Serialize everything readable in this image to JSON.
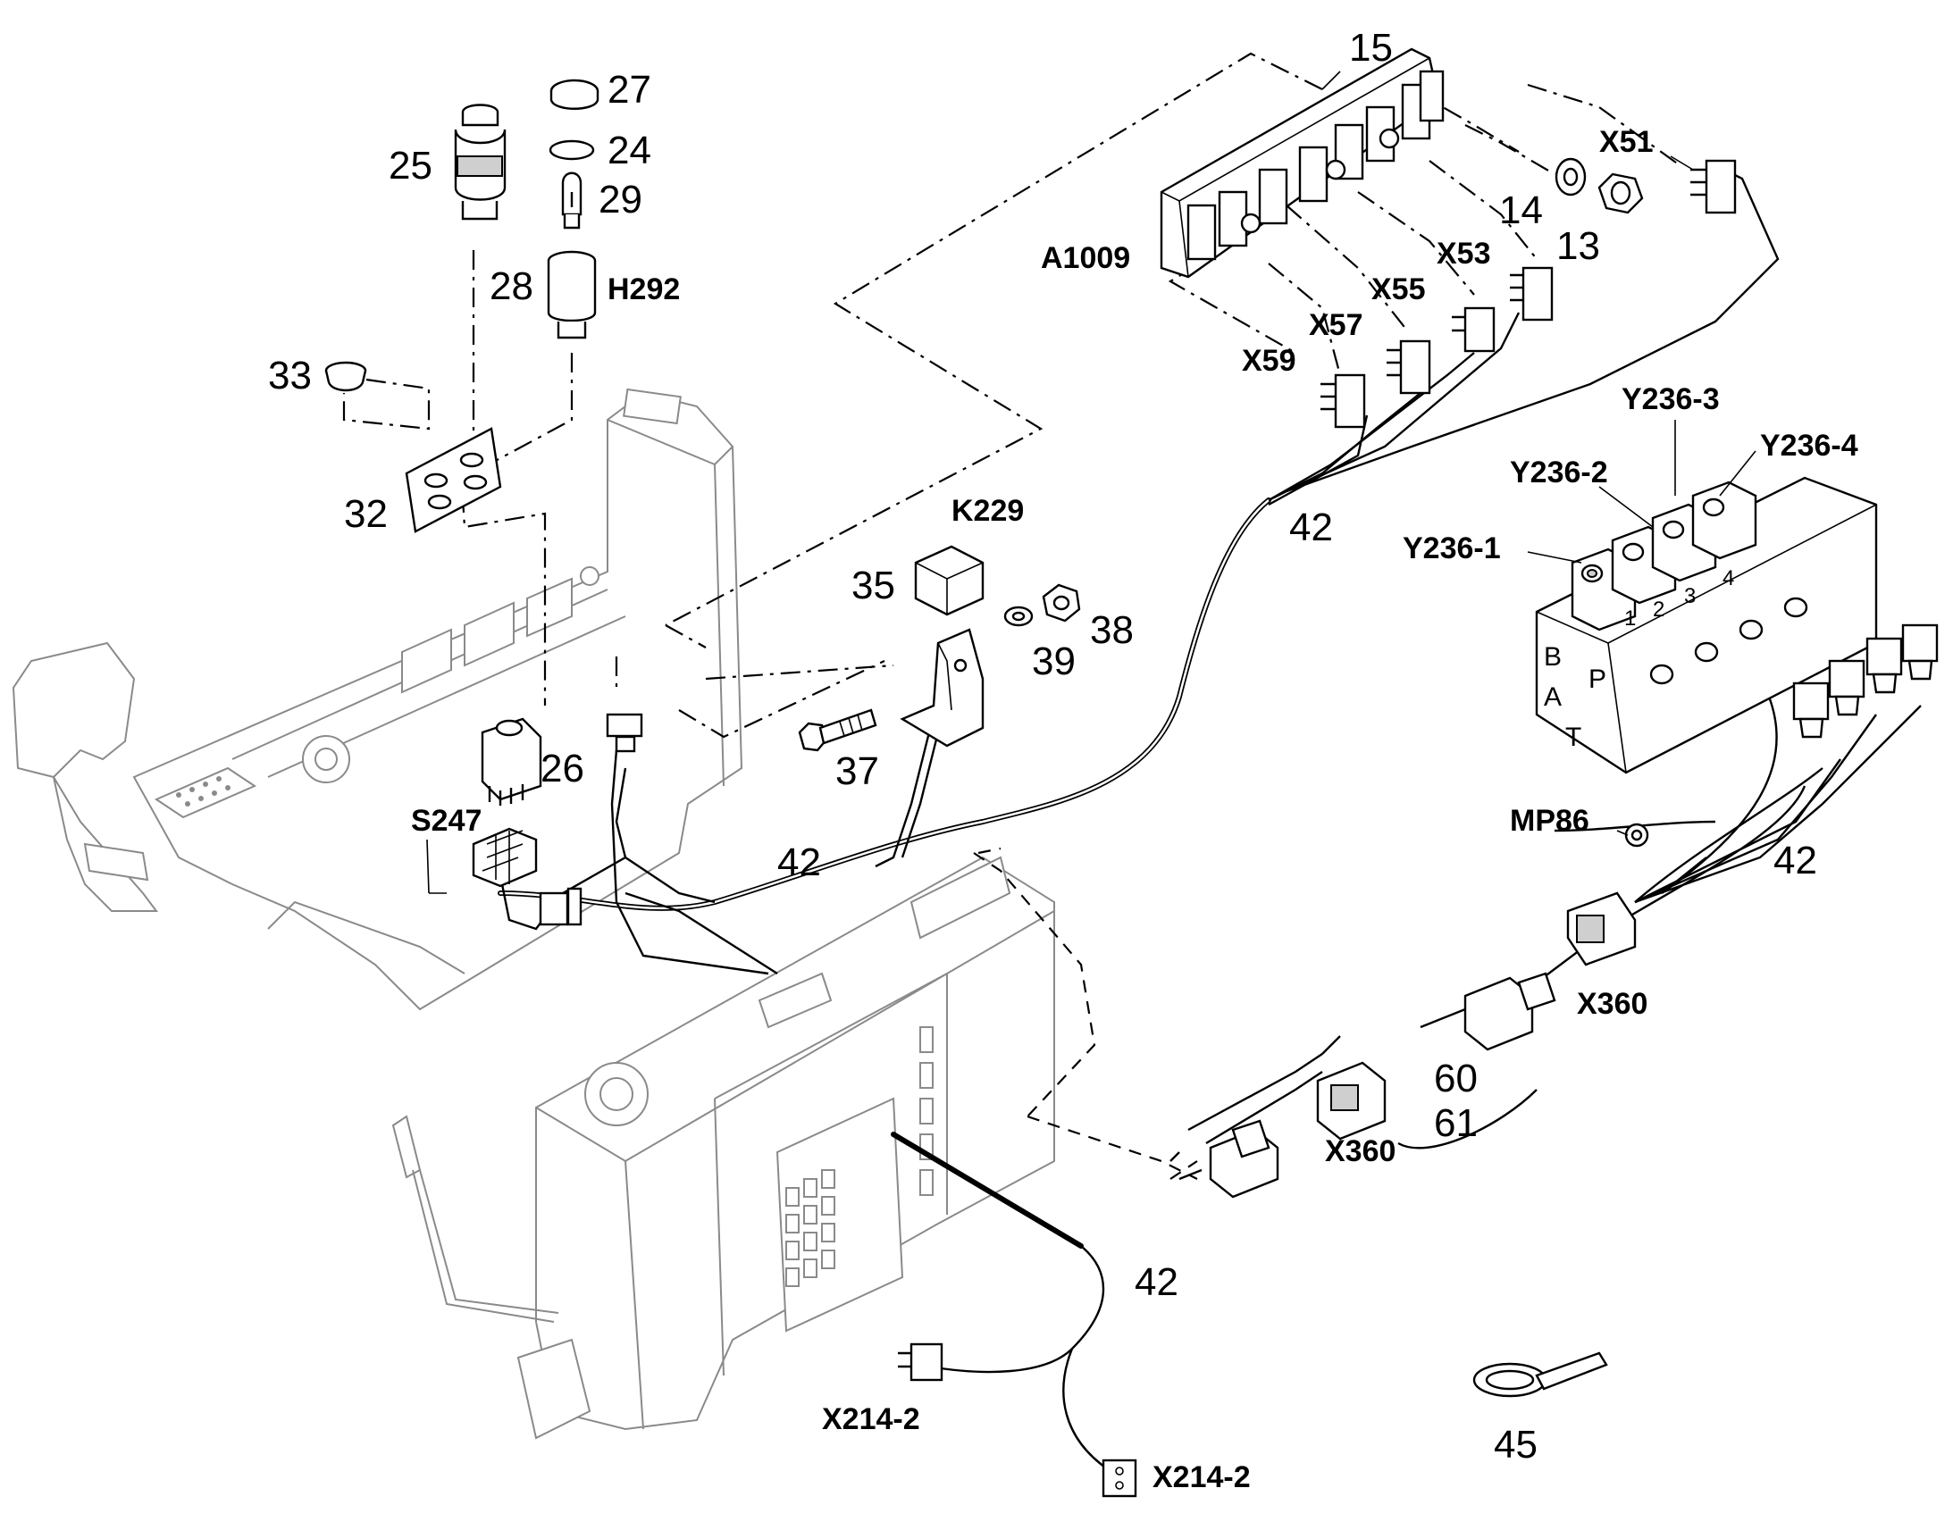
{
  "labels": {
    "p15": "15",
    "p27": "27",
    "p24": "24",
    "p25": "25",
    "p29": "29",
    "p28": "28",
    "h292": "H292",
    "p33": "33",
    "p32": "32",
    "a1009": "A1009",
    "x51": "X51",
    "p14": "14",
    "p13": "13",
    "x53": "X53",
    "x55": "X55",
    "x57": "X57",
    "x59": "X59",
    "y236_3": "Y236-3",
    "y236_2": "Y236-2",
    "y236_4": "Y236-4",
    "y236_1": "Y236-1",
    "k229": "K229",
    "p35": "35",
    "p38": "38",
    "p39": "39",
    "p26": "26",
    "p37": "37",
    "s247": "S247",
    "p42_top": "42",
    "p42_mid": "42",
    "p42_right": "42",
    "p42_bottom": "42",
    "mp86": "MP86",
    "x360_right": "X360",
    "x360_left": "X360",
    "p60": "60",
    "p61": "61",
    "x214_2a": "X214-2",
    "x214_2b": "X214-2",
    "p45": "45",
    "valve_b": "B",
    "valve_p": "P",
    "valve_a": "A",
    "valve_t": "T",
    "valve_1": "1",
    "valve_2": "2",
    "valve_3": "3",
    "valve_4": "4"
  }
}
